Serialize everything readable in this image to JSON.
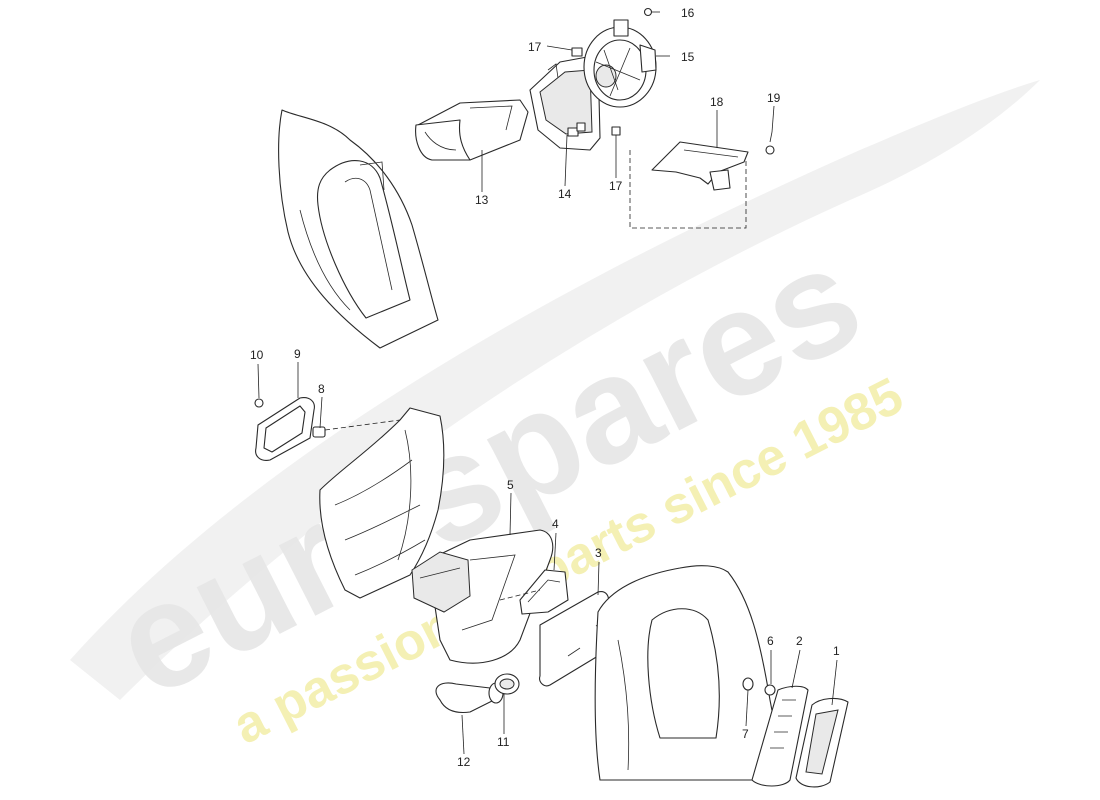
{
  "watermark": {
    "brand": "eurospares",
    "tagline": "a passion for parts since 1985",
    "brand_color": "#e6e6e6",
    "tagline_color": "#f3efb0"
  },
  "callouts": [
    "1",
    "2",
    "3",
    "4",
    "5",
    "6",
    "7",
    "8",
    "9",
    "10",
    "11",
    "12",
    "13",
    "14",
    "15",
    "16",
    "17",
    "17",
    "18",
    "19"
  ]
}
